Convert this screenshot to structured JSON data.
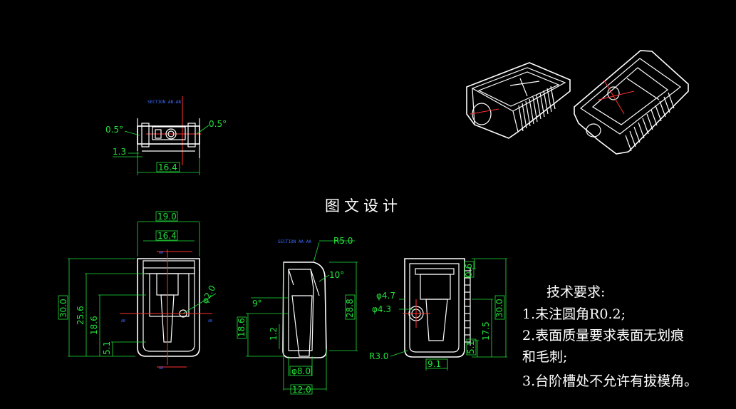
{
  "title": "图文设计",
  "section_top": "SECTION AB-AB",
  "section_mid": "SECTION AA-AA",
  "marks": {
    "aa": "AA",
    "ab": "AB"
  },
  "top_view": {
    "angle_left": "0.5°",
    "angle_right": "0.5°",
    "dim_13": "1.3",
    "dim_164": "16.4"
  },
  "front_view": {
    "w19": "19.0",
    "w164": "16.4",
    "h30": "30.0",
    "h256": "25.6",
    "h186": "18.6",
    "h51": "5.1",
    "phi2": "φ2.0"
  },
  "section_view": {
    "r5": "R5.0",
    "a10": "10°",
    "a9": "9°",
    "h288": "28.8",
    "h186": "18.6",
    "h12": "1.2",
    "d8": "φ8.0",
    "w12": "12.0"
  },
  "side_view": {
    "d47": "φ4.7",
    "d43": "φ4.3",
    "r3": "R3.0",
    "w91": "9.1",
    "h06": "0.6",
    "h175": "17.5",
    "h30": "30.0",
    "h51": "5.1"
  },
  "notes": {
    "heading": "技术要求:",
    "line1": "1.未注圆角R0.2;",
    "line2a": "2.表面质量要求表面无划痕",
    "line2b": "和毛刺;",
    "line3": "3.台阶槽处不允许有拔模角。"
  }
}
